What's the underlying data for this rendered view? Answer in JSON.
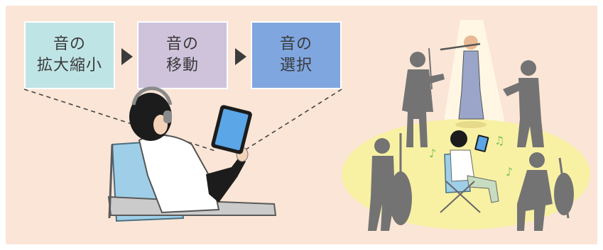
{
  "steps": [
    {
      "line1": "音の",
      "line2": "拡大縮小",
      "color": "#bfe4e6"
    },
    {
      "line1": "音の",
      "line2": "移動",
      "color": "#cfc3dc"
    },
    {
      "line1": "音の",
      "line2": "選択",
      "color": "#7fa6df"
    }
  ],
  "colors": {
    "background": "#fbe5d6",
    "silhouette": "#737373",
    "spotlight": "#f8f1a4",
    "chair": "#9fcfe8",
    "tablet_screen": "#5aa6e6"
  }
}
